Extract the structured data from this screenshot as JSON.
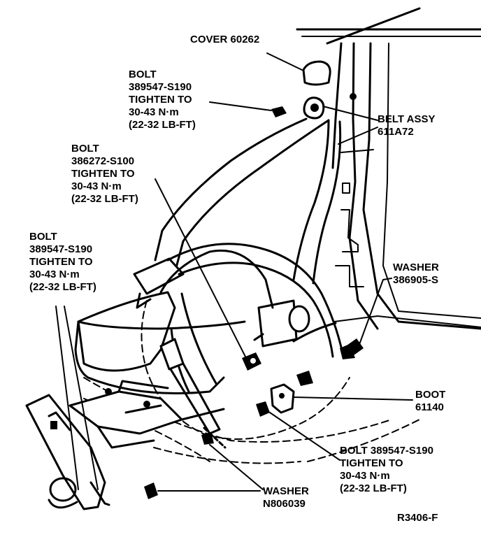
{
  "callouts": {
    "cover": {
      "text": "COVER 60262"
    },
    "bolt_top": {
      "lines": [
        "BOLT",
        "389547-S190",
        "TIGHTEN TO",
        "30-43 N·m",
        "(22-32 LB-FT)"
      ]
    },
    "belt_assy": {
      "lines": [
        "BELT ASSY",
        "611A72"
      ]
    },
    "bolt_mid": {
      "lines": [
        "BOLT",
        "386272-S100",
        "TIGHTEN TO",
        "30-43 N·m",
        "(22-32 LB-FT)"
      ]
    },
    "bolt_left": {
      "lines": [
        "BOLT",
        "389547-S190",
        "TIGHTEN TO",
        "30-43 N·m",
        "(22-32 LB-FT)"
      ]
    },
    "washer_right": {
      "lines": [
        "WASHER",
        "386905-S"
      ]
    },
    "boot": {
      "lines": [
        "BOOT",
        "61140"
      ]
    },
    "bolt_bottom": {
      "lines": [
        "BOLT 389547-S190",
        "TIGHTEN TO",
        "30-43 N·m",
        "(22-32 LB-FT)"
      ]
    },
    "washer_bottom": {
      "lines": [
        "WASHER",
        "N806039"
      ]
    }
  },
  "figure_id": "R3406-F"
}
